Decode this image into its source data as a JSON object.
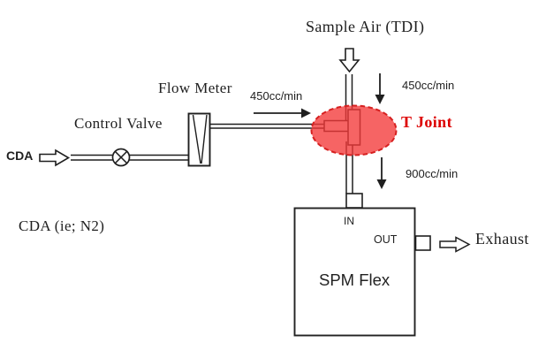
{
  "diagram": {
    "sample_air": {
      "label": "Sample Air (TDI)",
      "flow": "450cc/min"
    },
    "cda": {
      "label": "CDA",
      "note": "CDA (ie; N2)",
      "flow": "450cc/min"
    },
    "control_valve": {
      "label": "Control Valve"
    },
    "flow_meter": {
      "label": "Flow Meter"
    },
    "t_joint": {
      "label": "T Joint",
      "outflow": "900cc/min",
      "highlight_fill": "#f43838",
      "highlight_border": "#d62020",
      "label_color": "#dd0000"
    },
    "analyzer": {
      "label": "SPM Flex",
      "in_port": "IN",
      "out_port": "OUT"
    },
    "exhaust": {
      "label": "Exhaust"
    },
    "line_color": "#1f1f1f",
    "icons": {
      "hollow_down_arrow": "sample air inlet arrow",
      "hollow_right_arrow_cda": "CDA inlet arrow",
      "hollow_right_arrow_exhaust": "exhaust outlet arrow",
      "solid_arrows": "flow direction arrows",
      "valve_symbol": "circle with X (control valve)",
      "flow_meter_symbol": "rectangle with tapered tube (rotameter)"
    }
  }
}
